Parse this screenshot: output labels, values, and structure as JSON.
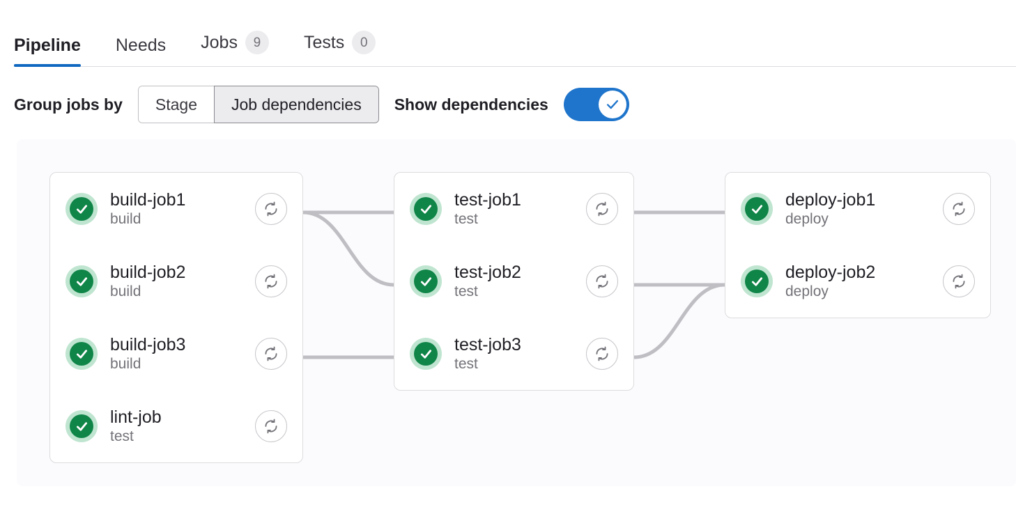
{
  "tabs": [
    {
      "label": "Pipeline",
      "badge": null,
      "active": true
    },
    {
      "label": "Needs",
      "badge": null,
      "active": false
    },
    {
      "label": "Jobs",
      "badge": "9",
      "active": false
    },
    {
      "label": "Tests",
      "badge": "0",
      "active": false
    }
  ],
  "controls": {
    "group_label": "Group jobs by",
    "segmented": [
      {
        "label": "Stage",
        "selected": false
      },
      {
        "label": "Job dependencies",
        "selected": true
      }
    ],
    "show_dependencies_label": "Show dependencies",
    "show_dependencies_on": true,
    "toggle_icon": "check-icon"
  },
  "colors": {
    "accent": "#1f75cb",
    "active_tab_underline": "#1068bf",
    "status_success": "#108548",
    "status_success_halo": "#bfe5d0",
    "panel_bg": "#fbfafd",
    "card_border": "#dcdcde",
    "connector": "#bfbfc3",
    "badge_bg": "#ececef",
    "muted_text": "#737278"
  },
  "pipeline": {
    "columns": [
      {
        "id": "col-build",
        "jobs": [
          {
            "name": "build-job1",
            "stage": "build",
            "status": "success",
            "status_icon": "status-success-icon",
            "action_icon": "retry-icon"
          },
          {
            "name": "build-job2",
            "stage": "build",
            "status": "success",
            "status_icon": "status-success-icon",
            "action_icon": "retry-icon"
          },
          {
            "name": "build-job3",
            "stage": "build",
            "status": "success",
            "status_icon": "status-success-icon",
            "action_icon": "retry-icon"
          },
          {
            "name": "lint-job",
            "stage": "test",
            "status": "success",
            "status_icon": "status-success-icon",
            "action_icon": "retry-icon"
          }
        ]
      },
      {
        "id": "col-test",
        "jobs": [
          {
            "name": "test-job1",
            "stage": "test",
            "status": "success",
            "status_icon": "status-success-icon",
            "action_icon": "retry-icon"
          },
          {
            "name": "test-job2",
            "stage": "test",
            "status": "success",
            "status_icon": "status-success-icon",
            "action_icon": "retry-icon"
          },
          {
            "name": "test-job3",
            "stage": "test",
            "status": "success",
            "status_icon": "status-success-icon",
            "action_icon": "retry-icon"
          }
        ]
      },
      {
        "id": "col-deploy",
        "jobs": [
          {
            "name": "deploy-job1",
            "stage": "deploy",
            "status": "success",
            "status_icon": "status-success-icon",
            "action_icon": "retry-icon"
          },
          {
            "name": "deploy-job2",
            "stage": "deploy",
            "status": "success",
            "status_icon": "status-success-icon",
            "action_icon": "retry-icon"
          }
        ]
      }
    ],
    "links": [
      {
        "from": "build-job1",
        "to": "test-job1"
      },
      {
        "from": "build-job1",
        "to": "test-job2"
      },
      {
        "from": "build-job3",
        "to": "test-job3"
      },
      {
        "from": "test-job1",
        "to": "deploy-job1"
      },
      {
        "from": "test-job2",
        "to": "deploy-job2"
      },
      {
        "from": "test-job3",
        "to": "deploy-job2"
      }
    ]
  }
}
